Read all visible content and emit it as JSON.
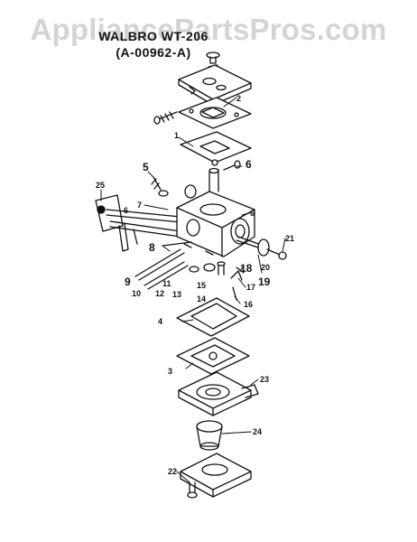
{
  "watermark": "AppliancePartsPros.com",
  "diagram": {
    "title_line1": "WALBRO WT-206",
    "title_line2": "(A-00962-A)"
  },
  "callouts": [
    {
      "id": "1",
      "text": "1"
    },
    {
      "id": "2",
      "text": "2"
    },
    {
      "id": "3",
      "text": "3"
    },
    {
      "id": "4",
      "text": "4"
    },
    {
      "id": "5",
      "text": "5"
    },
    {
      "id": "6a",
      "text": "6"
    },
    {
      "id": "6b",
      "text": "6"
    },
    {
      "id": "6c",
      "text": "6"
    },
    {
      "id": "7",
      "text": "7"
    },
    {
      "id": "8",
      "text": "8"
    },
    {
      "id": "9",
      "text": "9"
    },
    {
      "id": "10",
      "text": "10"
    },
    {
      "id": "11",
      "text": "11"
    },
    {
      "id": "12",
      "text": "12"
    },
    {
      "id": "13",
      "text": "13"
    },
    {
      "id": "14",
      "text": "14"
    },
    {
      "id": "15",
      "text": "15"
    },
    {
      "id": "16",
      "text": "16"
    },
    {
      "id": "17",
      "text": "17"
    },
    {
      "id": "18",
      "text": "18"
    },
    {
      "id": "19",
      "text": "19"
    },
    {
      "id": "20",
      "text": "20"
    },
    {
      "id": "21",
      "text": "21"
    },
    {
      "id": "22",
      "text": "22"
    },
    {
      "id": "23",
      "text": "23"
    },
    {
      "id": "24",
      "text": "24"
    },
    {
      "id": "25",
      "text": "25"
    }
  ]
}
